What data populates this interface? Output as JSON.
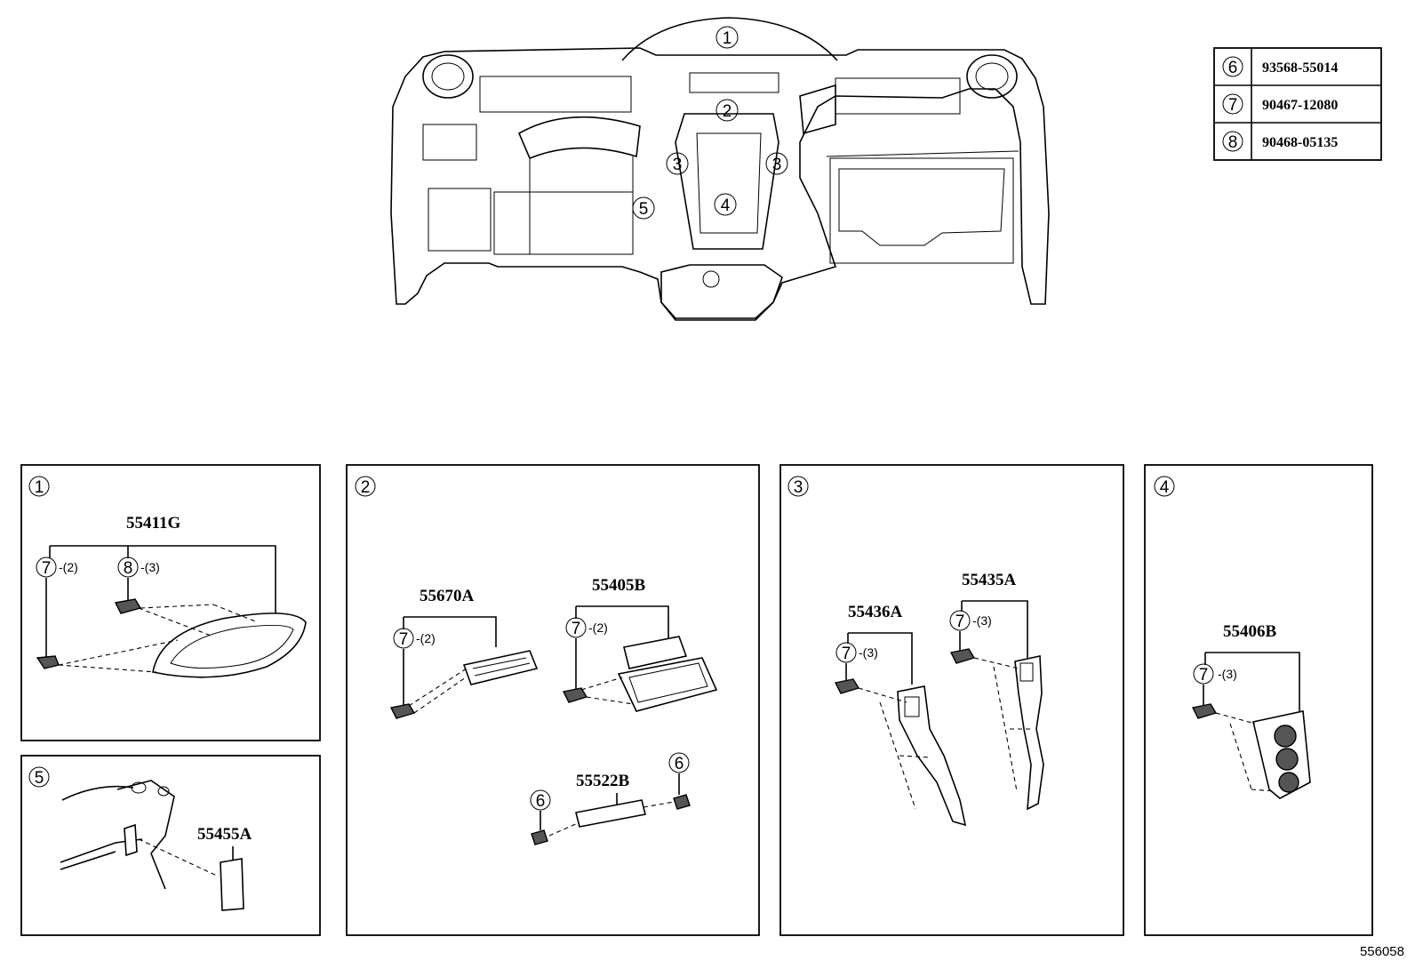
{
  "overview": {
    "callouts": [
      {
        "num": "1"
      },
      {
        "num": "2"
      },
      {
        "num": "3"
      },
      {
        "num": "3"
      },
      {
        "num": "4"
      },
      {
        "num": "5"
      }
    ]
  },
  "legend": [
    {
      "num": "6",
      "part": "93568-55014"
    },
    {
      "num": "7",
      "part": "90467-12080"
    },
    {
      "num": "8",
      "part": "90468-05135"
    }
  ],
  "panels": {
    "p1": {
      "num": "1",
      "part": "55411G",
      "clip_a": {
        "num": "7",
        "qty": "-(2)"
      },
      "clip_b": {
        "num": "8",
        "qty": "-(3)"
      }
    },
    "p2": {
      "num": "2",
      "a": {
        "part": "55670A",
        "clip": {
          "num": "7",
          "qty": "-(2)"
        }
      },
      "b": {
        "part": "55405B",
        "clip": {
          "num": "7",
          "qty": "-(2)"
        }
      },
      "c": {
        "part": "55522B",
        "screw_left": "6",
        "screw_right": "6"
      }
    },
    "p3": {
      "num": "3",
      "a": {
        "part": "55436A",
        "clip": {
          "num": "7",
          "qty": "-(3)"
        }
      },
      "b": {
        "part": "55435A",
        "clip": {
          "num": "7",
          "qty": "-(3)"
        }
      }
    },
    "p4": {
      "num": "4",
      "part": "55406B",
      "clip": {
        "num": "7",
        "qty": "-(3)"
      }
    },
    "p5": {
      "num": "5",
      "part": "55455A"
    }
  },
  "diagram_ref": "556058"
}
